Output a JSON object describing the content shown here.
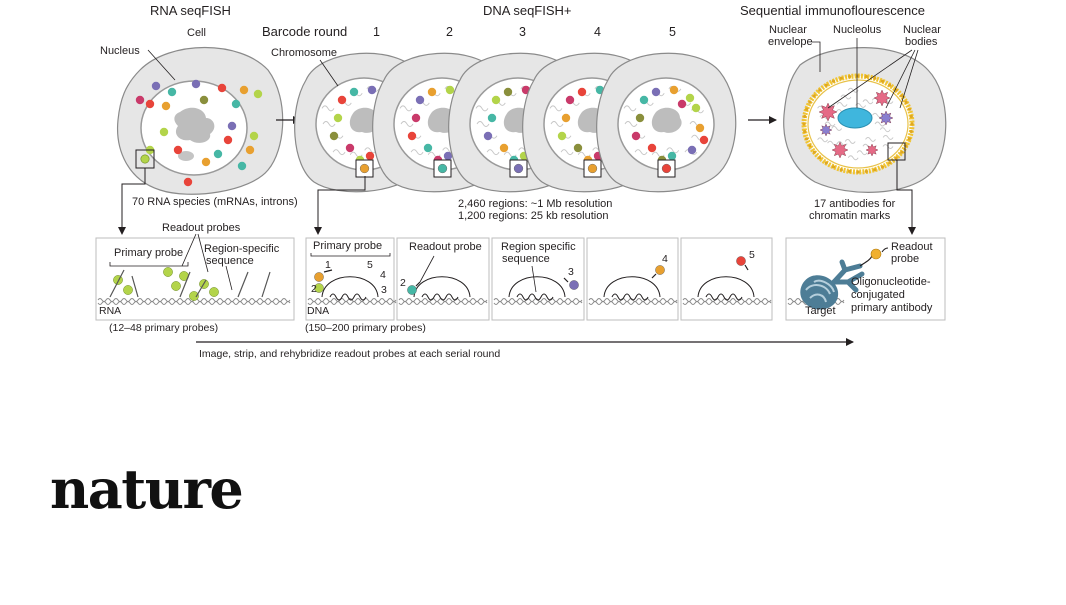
{
  "headers": {
    "rna": "RNA seqFISH",
    "dna": "DNA seqFISH+",
    "immuno": "Sequential immunoflourescence"
  },
  "labels": {
    "cell": "Cell",
    "nucleus": "Nucleus",
    "barcode_round": "Barcode round",
    "chromosome": "Chromosome",
    "nuclear_envelope": [
      "Nuclear",
      "envelope"
    ],
    "nucleolus": "Nucleolus",
    "nuclear_bodies": [
      "Nuclear",
      "bodies"
    ]
  },
  "rounds": [
    "1",
    "2",
    "3",
    "4",
    "5"
  ],
  "captions": {
    "rna_species": "70 RNA species (mRNAs, introns)",
    "dna_regions": [
      "2,460 regions: ~1 Mb resolution",
      "1,200 regions: 25 kb resolution"
    ],
    "antibodies": [
      "17 antibodies for",
      "chromatin marks"
    ]
  },
  "detail": {
    "readout_probes": "Readout probes",
    "primary_probe": "Primary probe",
    "region_specific": [
      "Region-specific",
      "sequence"
    ],
    "rna": "RNA",
    "rna_count": "(12–48 primary probes)",
    "dna": "DNA",
    "dna_count": "(150–200 primary probes)",
    "readout_probe_single": "Readout probe",
    "region_specific_2": [
      "Region specific",
      "sequence"
    ],
    "target": "Target",
    "readout_probe_2": [
      "Readout",
      "probe"
    ],
    "antibody": [
      "Oligonucleotide-",
      "conjugated",
      "primary antibody"
    ],
    "numbers": [
      "1",
      "2",
      "3",
      "4",
      "5"
    ]
  },
  "bottom_arrow_text": "Image, strip, and rehybridize readout probes at each serial round",
  "brand": "nature",
  "colors": {
    "dot_palette": [
      "#e8443a",
      "#46b7a5",
      "#7a6fb5",
      "#e8a030",
      "#b3d44a",
      "#8a8f3c",
      "#c93a6a"
    ],
    "cell_fill": "#e6e6e6",
    "nucleus_fill": "#ffffff",
    "gold": "#f0c431"
  }
}
